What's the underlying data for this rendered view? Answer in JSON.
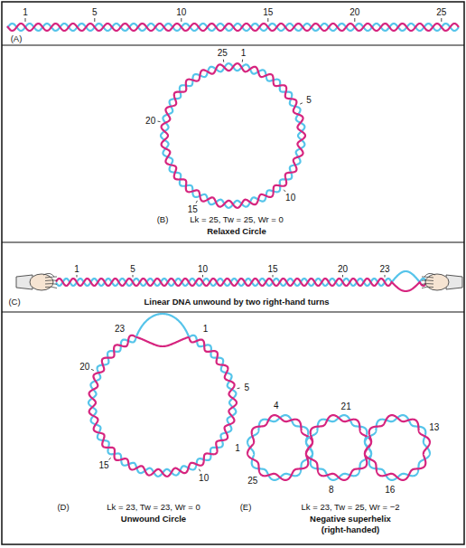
{
  "diagram": {
    "labels": [
      "1",
      "5",
      "10",
      "15",
      "20",
      "25",
      "(A)",
      "25",
      "1",
      "5",
      "10",
      "15",
      "20",
      "(B)",
      "Lk = 25, Tw = 25, Wr = 0",
      "Relaxed Circle",
      "1",
      "5",
      "10",
      "15",
      "20",
      "23",
      "(C)",
      "Linear DNA unwound by two right-hand turns",
      "23",
      "1",
      "20",
      "5",
      "15",
      "10",
      "(D)",
      "Lk = 23, Tw = 23, Wr = 0",
      "Unwound Circle",
      "4",
      "21",
      "13",
      "1",
      "25",
      "8",
      "16",
      "(E)",
      "Lk = 23, Tw = 25, Wr = −2",
      "Negative superhelix",
      "(right-handed)"
    ]
  }
}
